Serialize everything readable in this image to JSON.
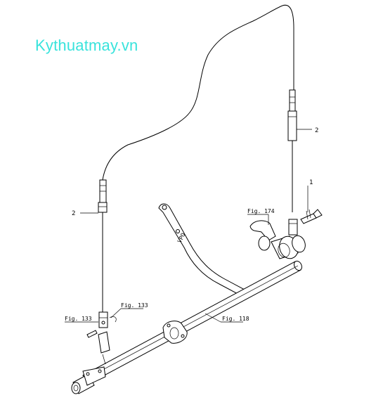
{
  "watermark": "Kythuatmay.vn",
  "callouts": {
    "item_1": "1",
    "item_2_left": "2",
    "item_2_right": "2"
  },
  "figure_refs": {
    "fig_174": "Fig. 174",
    "fig_133_right": "Fig. 133",
    "fig_133_left": "Fig. 133",
    "fig_118": "Fig. 118"
  },
  "pedal_marking": "VPO"
}
